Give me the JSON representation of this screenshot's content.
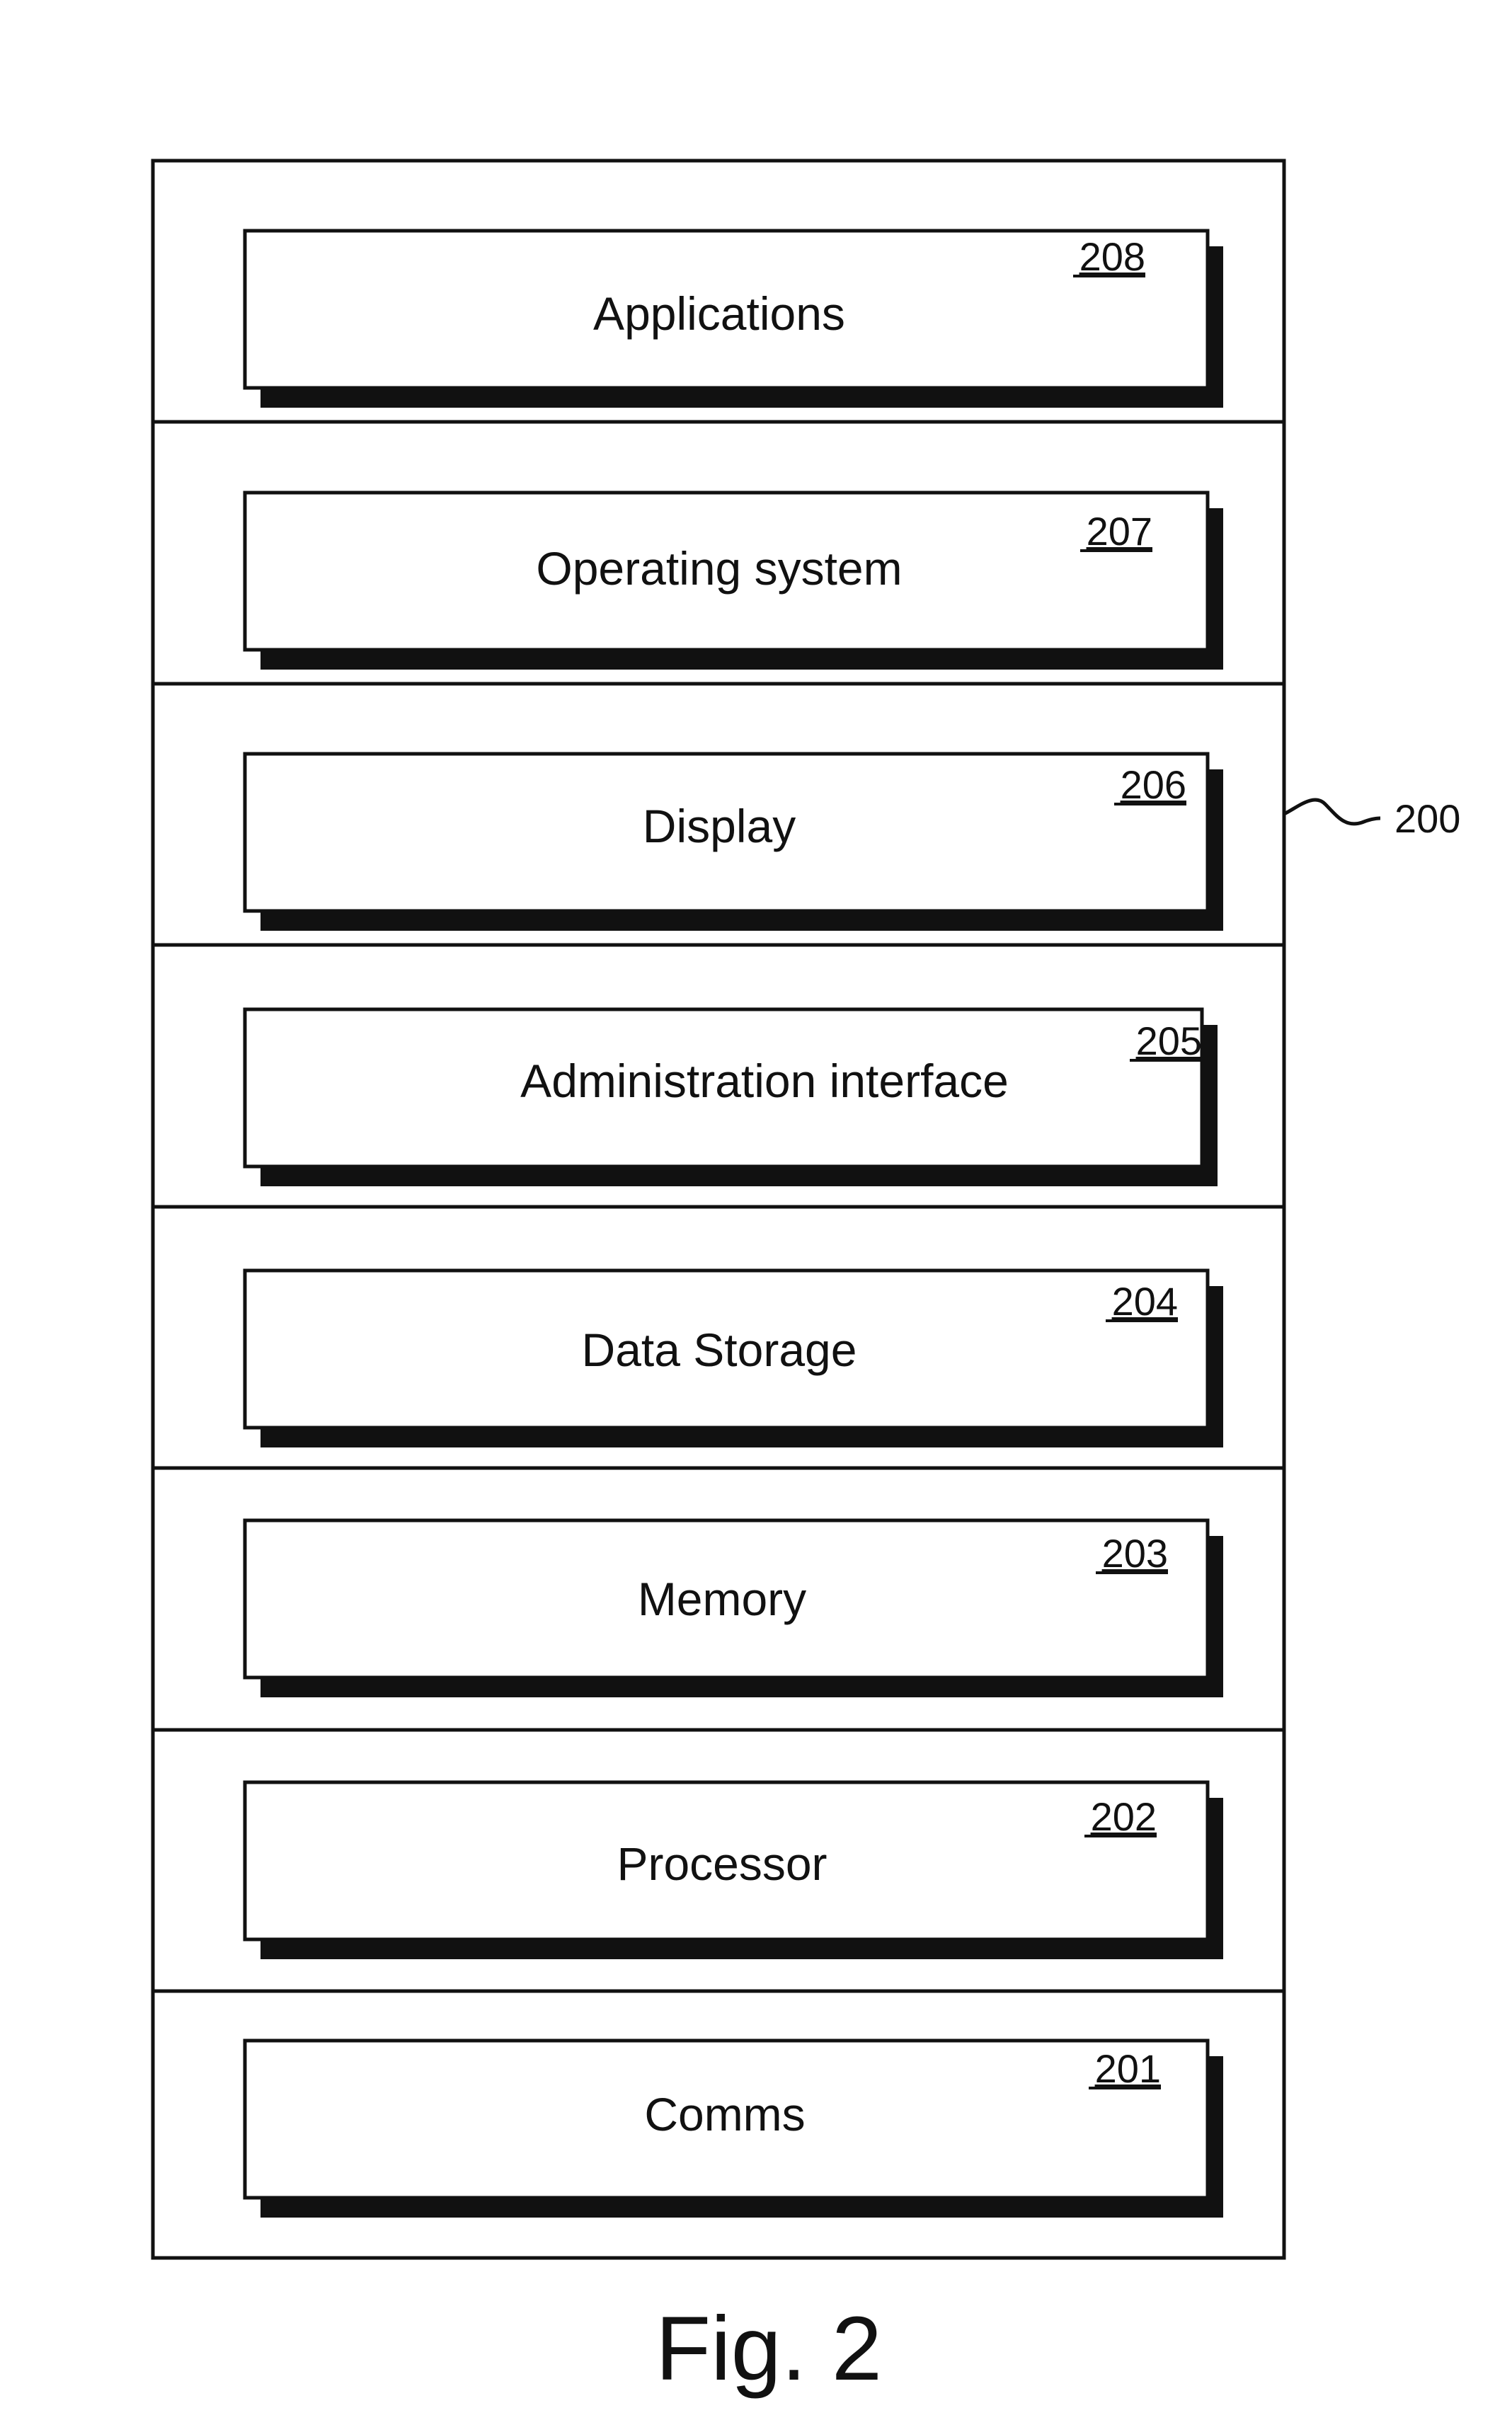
{
  "figure": {
    "caption": "Fig. 2",
    "system_ref": "200"
  },
  "layers": [
    {
      "label": "Applications",
      "ref": "208"
    },
    {
      "label": "Operating system",
      "ref": "207"
    },
    {
      "label": "Display",
      "ref": "206"
    },
    {
      "label": "Administration interface",
      "ref": "205"
    },
    {
      "label": "Data Storage",
      "ref": "204"
    },
    {
      "label": "Memory",
      "ref": "203"
    },
    {
      "label": "Processor",
      "ref": "202"
    },
    {
      "label": "Comms",
      "ref": "201"
    }
  ]
}
